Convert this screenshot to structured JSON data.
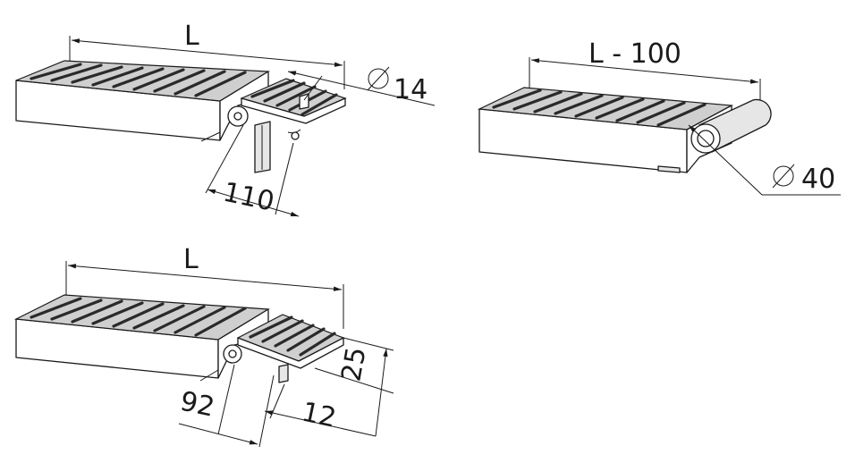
{
  "views": {
    "top_left": {
      "length_label": "L",
      "diameter_label": "14",
      "offset_label": "110"
    },
    "top_right": {
      "length_label": "L - 100",
      "diameter_label": "40"
    },
    "bottom_left": {
      "length_label": "L",
      "depth_label": "92",
      "gap_label": "12",
      "height_label": "25"
    }
  },
  "colors": {
    "line": "#1a1a1a",
    "grate_fill": "#cfcfcf",
    "body_fill": "#ffffff"
  }
}
